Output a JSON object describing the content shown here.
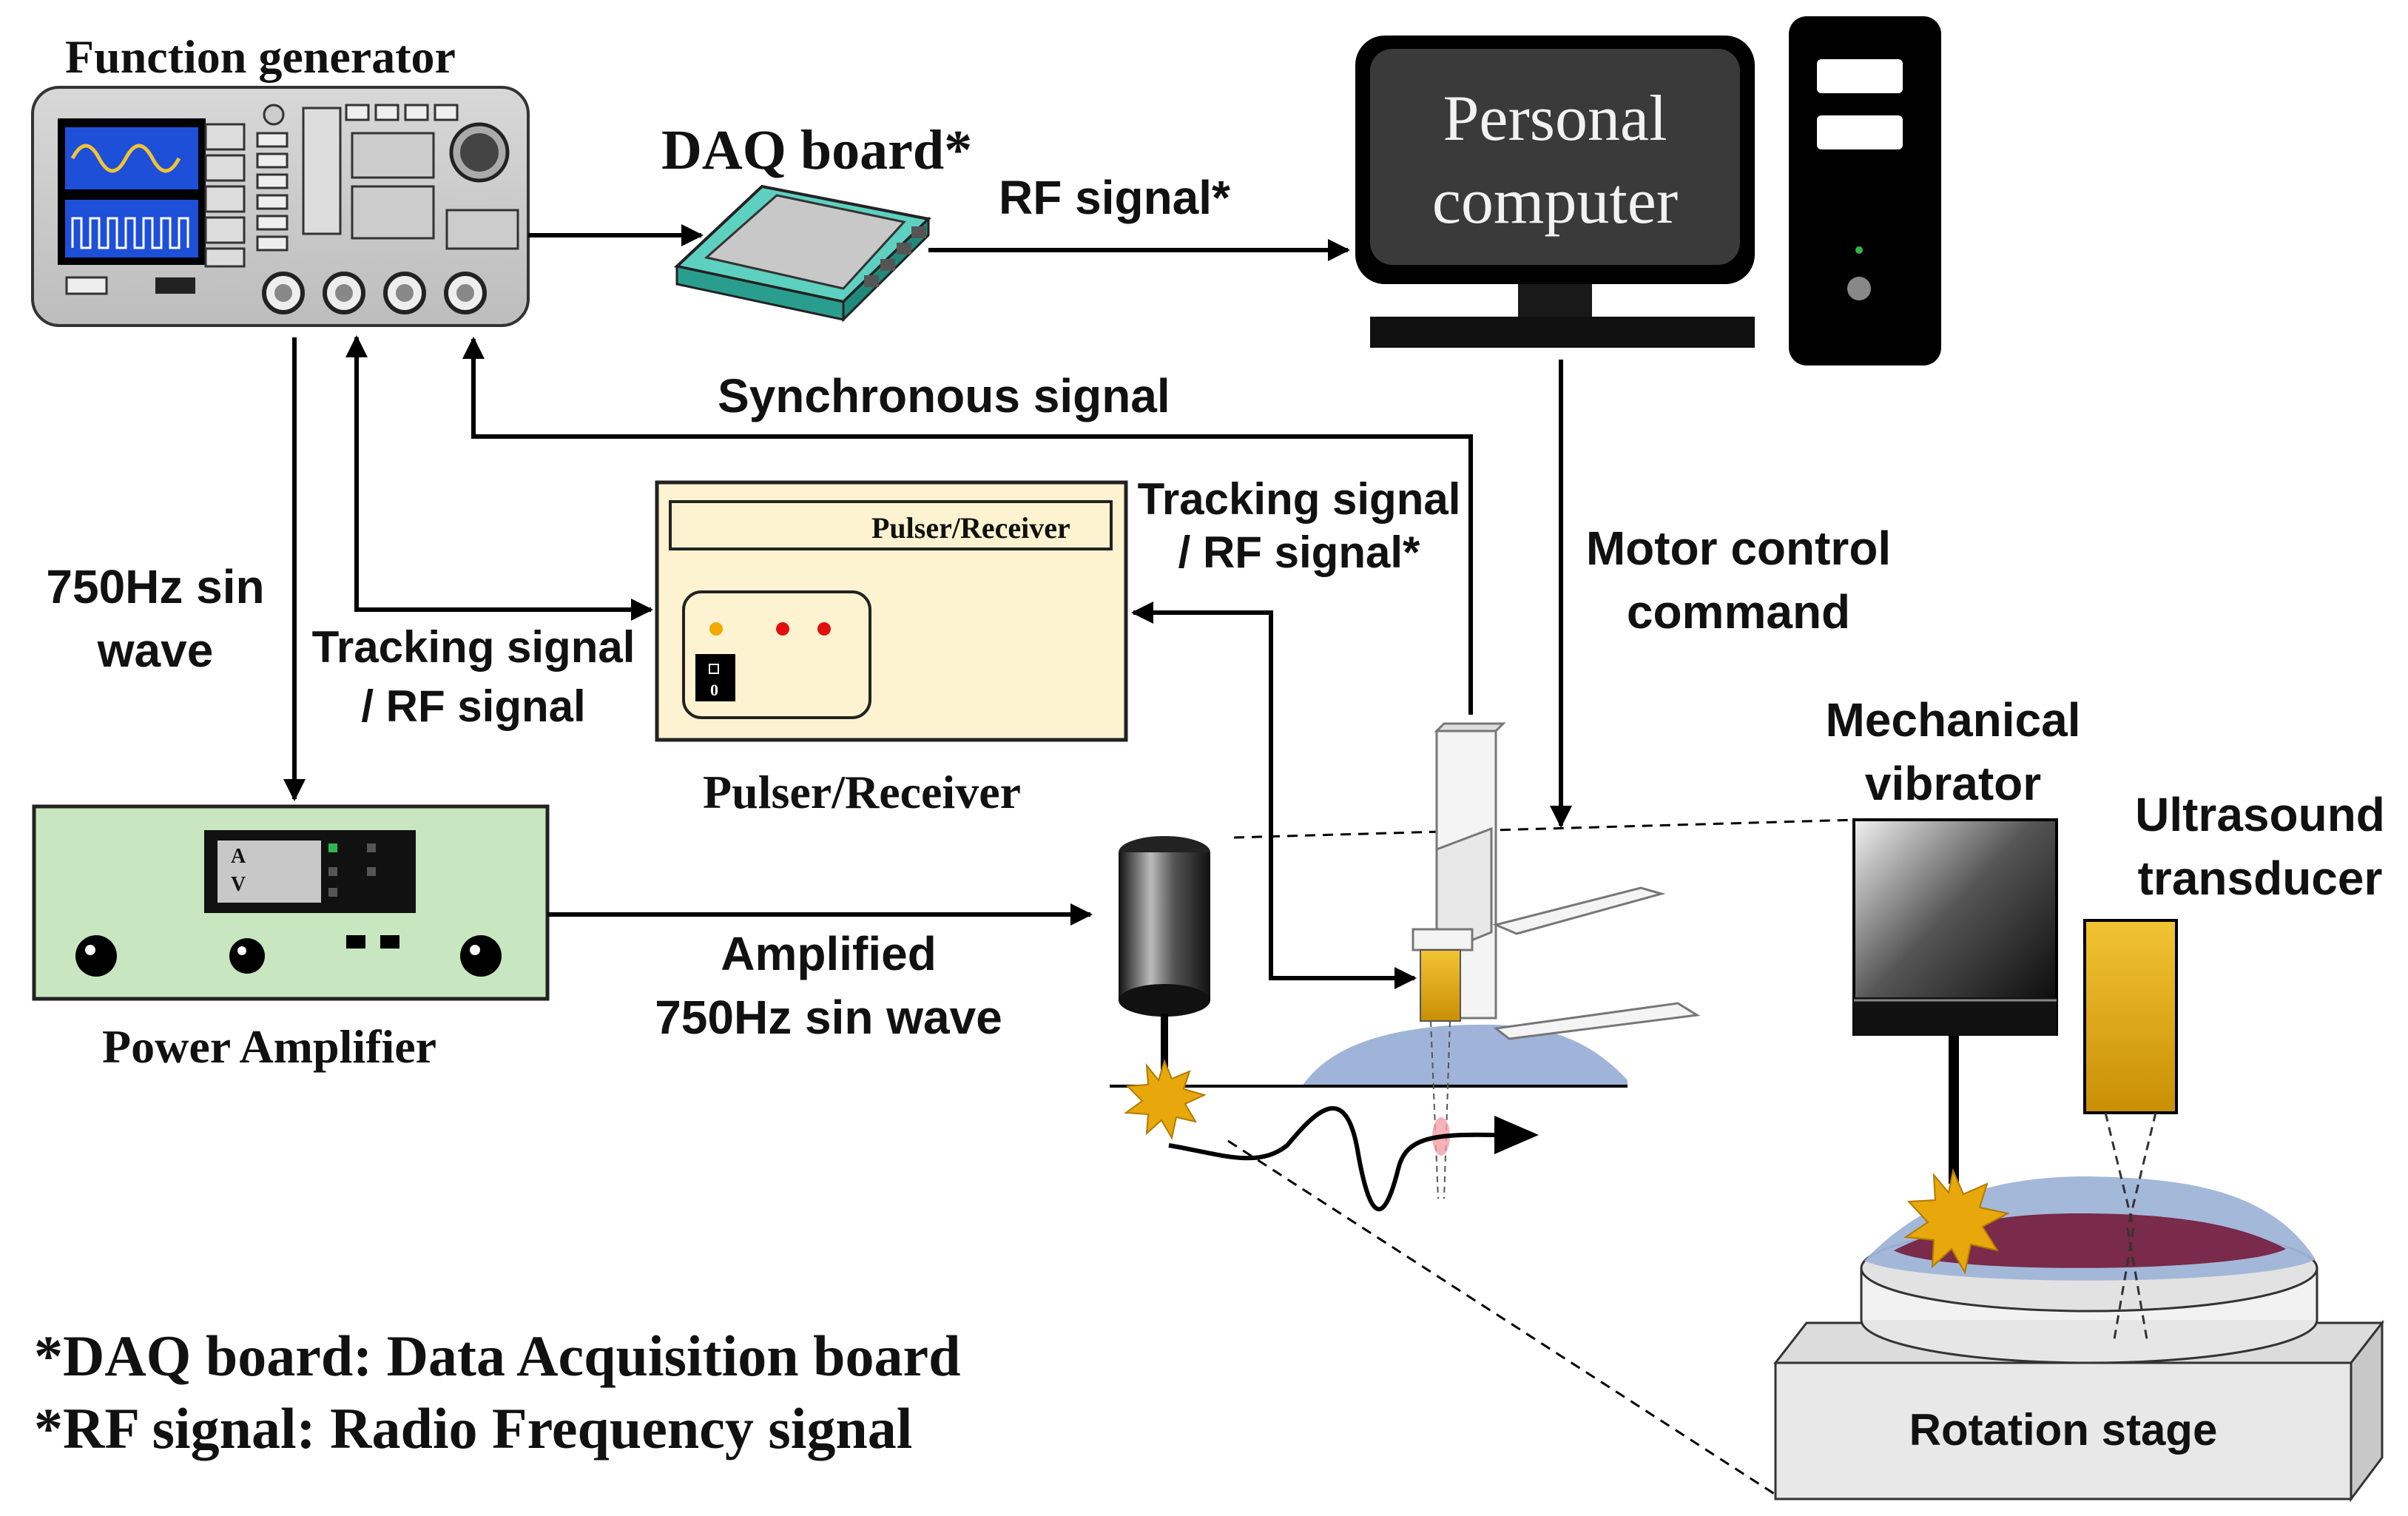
{
  "labels": {
    "function_generator": "Function generator",
    "daq_board": "DAQ board*",
    "rf_signal_top": "RF signal*",
    "personal_computer_l1": "Personal",
    "personal_computer_l2": "computer",
    "synchronous_signal": "Synchronous signal",
    "tracking_right_l1": "Tracking signal",
    "tracking_right_l2": "/ RF signal*",
    "pulser_receiver_panel": "Pulser/Receiver",
    "pulser_receiver_caption": "Pulser/Receiver",
    "sin_wave_l1": "750Hz sin",
    "sin_wave_l2": "wave",
    "tracking_left_l1": "Tracking signal",
    "tracking_left_l2": "/ RF signal",
    "motor_control_l1": "Motor control",
    "motor_control_l2": "command",
    "mechanical_vibrator_l1": "Mechanical",
    "mechanical_vibrator_l2": "vibrator",
    "ultrasound_transducer_l1": "Ultrasound",
    "ultrasound_transducer_l2": "transducer",
    "power_amplifier": "Power Amplifier",
    "amplified_l1": "Amplified",
    "amplified_l2": "750Hz sin wave",
    "rotation_stage": "Rotation stage",
    "footnote_daq": "*DAQ board: Data Acquisition board",
    "footnote_rf": "*RF signal: Radio Frequency signal",
    "meter_a": "A",
    "meter_v": "V",
    "switch_zero": "0"
  },
  "colors": {
    "pulser_fill": "#fdf3d0",
    "amplifier_fill": "#c8e6c0",
    "daq_fill": "#3cb8a8",
    "tissue_fill": "#9fb4d8",
    "inclusion_fill": "#7a2a4a",
    "transducer_fill": "#e8b10a",
    "starburst_fill": "#e8a70a"
  },
  "icons": [
    "waveform-screen-icon",
    "starburst-icon",
    "shear-wave-icon"
  ]
}
